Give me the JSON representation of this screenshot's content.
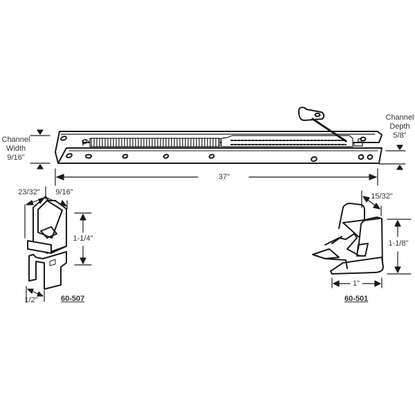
{
  "diagram": {
    "subject": "Window channel balance assembly with terminal guide components",
    "channel": {
      "width_label_line1": "Channel",
      "width_label_line2": "Width",
      "width_value": "9/16\"",
      "depth_label_line1": "Channel",
      "depth_label_line2": "Depth",
      "depth_value": "5/8\"",
      "length_value": "37\""
    },
    "part_left": {
      "part_number": "60-507",
      "dim_top_left": "23/32\"",
      "dim_top_right": "9/16\"",
      "dim_height": "1-1/4\"",
      "dim_bottom": "1/2\""
    },
    "part_right": {
      "part_number": "60-501",
      "dim_top": "15/32\"",
      "dim_height": "1-1/8\"",
      "dim_width": "1\""
    },
    "colors": {
      "line": "#1a1a1a",
      "fill": "#ffffff"
    }
  }
}
